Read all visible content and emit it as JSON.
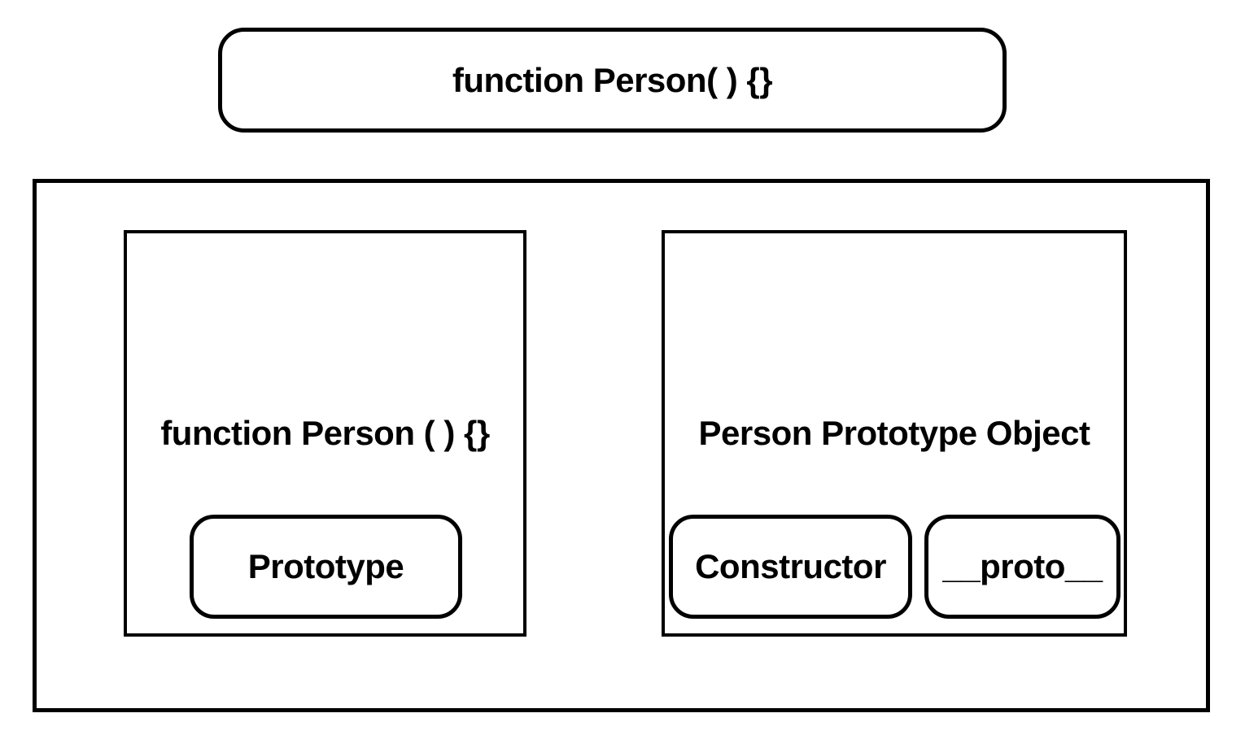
{
  "diagram": {
    "top_box": {
      "label": "function Person( ) {}"
    },
    "container": {
      "function_box": {
        "label": "function Person ( ) {}",
        "chips": [
          {
            "label": "Prototype"
          }
        ]
      },
      "prototype_object_box": {
        "label": "Person Prototype Object",
        "chips": [
          {
            "label": "Constructor"
          },
          {
            "label": "__proto__"
          }
        ]
      }
    },
    "colors": {
      "border": "#000000",
      "background": "#ffffff",
      "text": "#000000"
    }
  }
}
